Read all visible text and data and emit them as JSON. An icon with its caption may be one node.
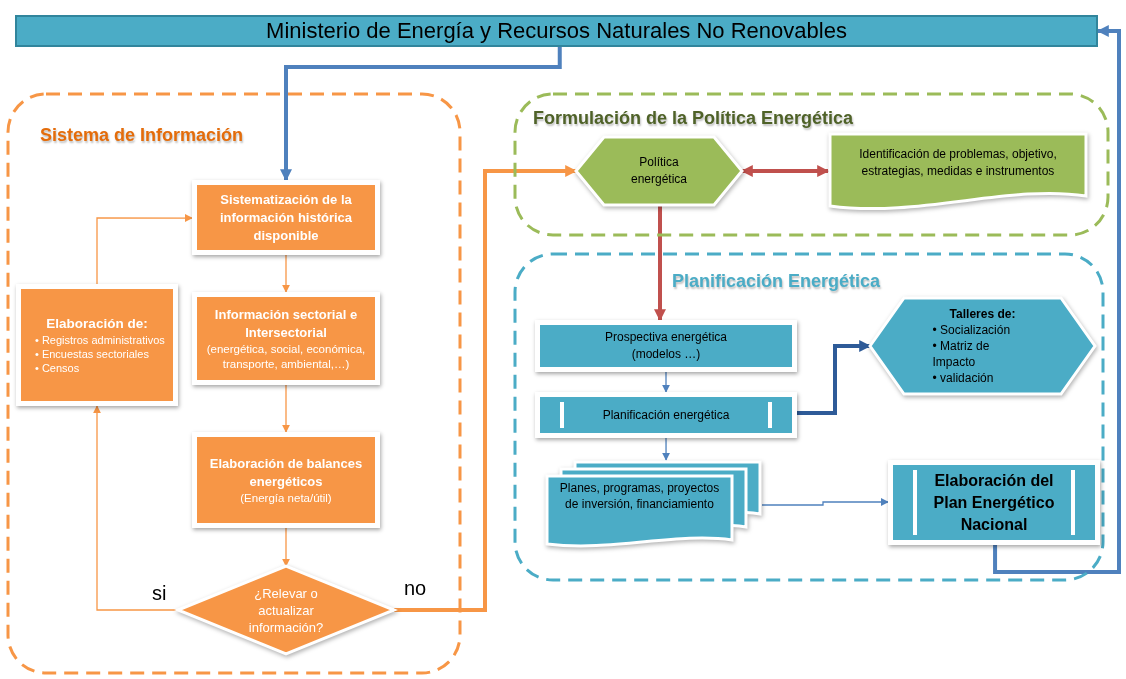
{
  "diagram": {
    "nodes": [
      {
        "text": [
          "Ministerio de Energía y Recursos Naturales No Renovables"
        ]
      },
      {
        "text": [
          "Sistema de Información"
        ]
      },
      {
        "text": [
          "Sistematización de la información histórica disponible"
        ],
        "in": 1
      },
      {
        "text": [
          "Información sectorial e Intersectorial",
          "(energética, social, económica, transporte, ambiental,…)"
        ],
        "in": 1
      },
      {
        "text": [
          "Elaboración de balances energéticos",
          "(Energía neta/útil)"
        ],
        "in": 1
      },
      {
        "text": [
          "¿Relevar o actualizar información?"
        ],
        "in": 1
      },
      {
        "text": [
          "Elaboración de:",
          "• Registros administrativos",
          "• Encuestas sectoriales",
          "• Censos"
        ],
        "in": 1
      },
      {
        "text": [
          "Formulación de la Política Energética"
        ]
      },
      {
        "text": [
          "Política energética"
        ],
        "in": 7
      },
      {
        "text": [
          "Identificación de problemas, objetivo, estrategias, medidas e instrumentos"
        ],
        "in": 7
      },
      {
        "text": [
          "Planificación Energética"
        ]
      },
      {
        "text": [
          "Prospectiva energética",
          "(modelos …)"
        ],
        "in": 10
      },
      {
        "text": [
          "Planificación energética"
        ],
        "in": 10
      },
      {
        "text": [
          "Planes, programas, proyectos de inversión, financiamiento"
        ],
        "in": 10
      },
      {
        "text": [
          "Talleres de:",
          "• Socialización",
          "• Matriz de Impacto",
          "• validación"
        ],
        "in": 10
      },
      {
        "text": [
          "Elaboración del Plan Energético Nacional"
        ],
        "in": 10
      }
    ],
    "edges": [
      {
        "from": 0,
        "to": 2,
        "arrow": "to",
        "style": "thick",
        "color": "#4f81bd"
      },
      {
        "from": 2,
        "to": 3,
        "arrow": "to"
      },
      {
        "from": 3,
        "to": 4,
        "arrow": "to"
      },
      {
        "from": 4,
        "to": 5,
        "arrow": "to"
      },
      {
        "from": 5,
        "to": 6,
        "arrow": "to",
        "label": "si"
      },
      {
        "from": 6,
        "to": 2,
        "arrow": "to"
      },
      {
        "from": 5,
        "to": 8,
        "arrow": "to",
        "label": "no",
        "style": "thick"
      },
      {
        "from": 8,
        "to": 9,
        "arrow": "both",
        "style": "thick",
        "color": "#c0504d"
      },
      {
        "from": 8,
        "to": 11,
        "arrow": "to",
        "style": "thick",
        "color": "#c0504d"
      },
      {
        "from": 11,
        "to": 12,
        "arrow": "to",
        "color": "#4f81bd"
      },
      {
        "from": 12,
        "to": 13,
        "arrow": "to",
        "color": "#4f81bd"
      },
      {
        "from": 12,
        "to": 14,
        "arrow": "to",
        "style": "thick",
        "color": "#2e5b98"
      },
      {
        "from": 13,
        "to": 15,
        "arrow": "to",
        "color": "#4f81bd"
      },
      {
        "from": 15,
        "to": 0,
        "arrow": "to",
        "style": "thick",
        "color": "#4f81bd"
      }
    ]
  }
}
